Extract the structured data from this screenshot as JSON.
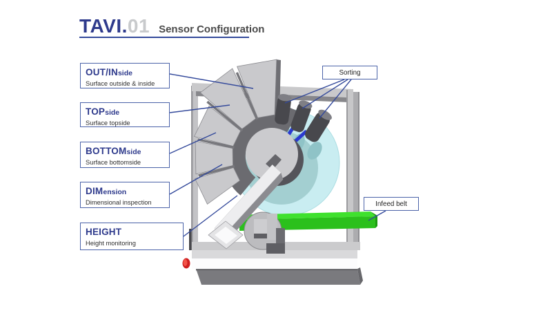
{
  "title": {
    "brand": "TAVI.",
    "model": "01",
    "subtitle": "Sensor Configuration"
  },
  "sensor_labels": [
    {
      "main": "OUT/IN",
      "suffix": "side",
      "description": "Surface outside & inside"
    },
    {
      "main": "TOP",
      "suffix": "side",
      "description": "Surface topside"
    },
    {
      "main": "BOTTOM",
      "suffix": "side",
      "description": "Surface bottomside"
    },
    {
      "main": "DIM",
      "suffix": "ension",
      "description": "Dimensional inspection"
    },
    {
      "main": "HEIGHT",
      "suffix": "",
      "description": "Height monitoring"
    }
  ],
  "callouts": {
    "sorting": "Sorting",
    "infeed": "Infeed belt"
  },
  "colors": {
    "accent_navy": "#2e3a8c",
    "line_blue": "#33499b",
    "box_border": "#4a62a8",
    "model_gray": "#c8cacc",
    "subtitle_gray": "#4a4a4a",
    "disc_cyan": "#c9edf1",
    "disc_shadow_teal": "#9ecbcd",
    "tick_blue": "#2b3ad0",
    "belt_green": "#3fe12e",
    "stop_red": "#cf1f1f",
    "machine_light": "#c9c9cc",
    "machine_dark": "#6e6e73"
  }
}
